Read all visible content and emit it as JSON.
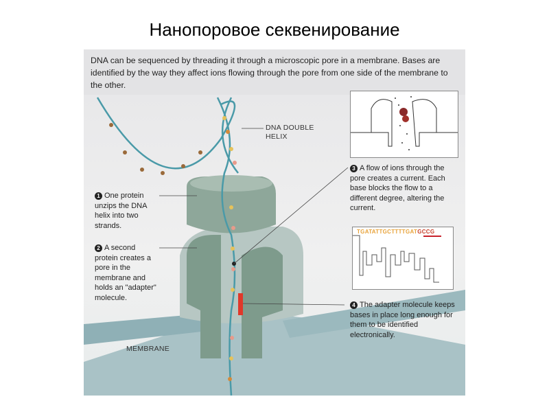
{
  "title": "Нанопоровое секвенирование",
  "intro": "DNA can be sequenced by threading it through a microscopic pore in a membrane. Bases are identified by the way they affect ions flowing through the pore from one side of the membrane to the other.",
  "labels": {
    "helix": "DNA DOUBLE HELIX",
    "membrane": "MEMBRANE"
  },
  "steps": [
    {
      "n": "1",
      "text": "One protein unzips the DNA helix into two strands."
    },
    {
      "n": "2",
      "text": "A second protein creates a pore in the membrane and holds an \"adapter\" molecule."
    },
    {
      "n": "3",
      "text": "A flow of ions through the pore creates a current. Each base blocks the flow to a different degree, altering the current."
    },
    {
      "n": "4",
      "text": "The adapter molecule keeps bases in place long enough for them to be identified electronically."
    }
  ],
  "trace": {
    "sequence": "TGATATTGCTTTTGAT",
    "highlight": "GCCG"
  }
}
